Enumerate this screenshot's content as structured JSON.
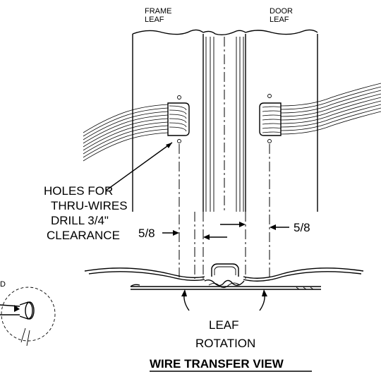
{
  "labels": {
    "frame_leaf_line1": "FRAME",
    "frame_leaf_line2": "LEAF",
    "door_leaf_line1": "DOOR",
    "door_leaf_line2": "LEAF",
    "holes_line1": "HOLES FOR",
    "holes_line2": "THRU-WIRES",
    "holes_line3": "DRILL 3/4\"",
    "holes_line4": "CLEARANCE",
    "dim_left": "5/8",
    "dim_right": "5/8",
    "rotation_line1": "LEAF",
    "rotation_line2": "ROTATION",
    "view_title": "WIRE TRANSFER VIEW",
    "detail_fragment": "D"
  }
}
